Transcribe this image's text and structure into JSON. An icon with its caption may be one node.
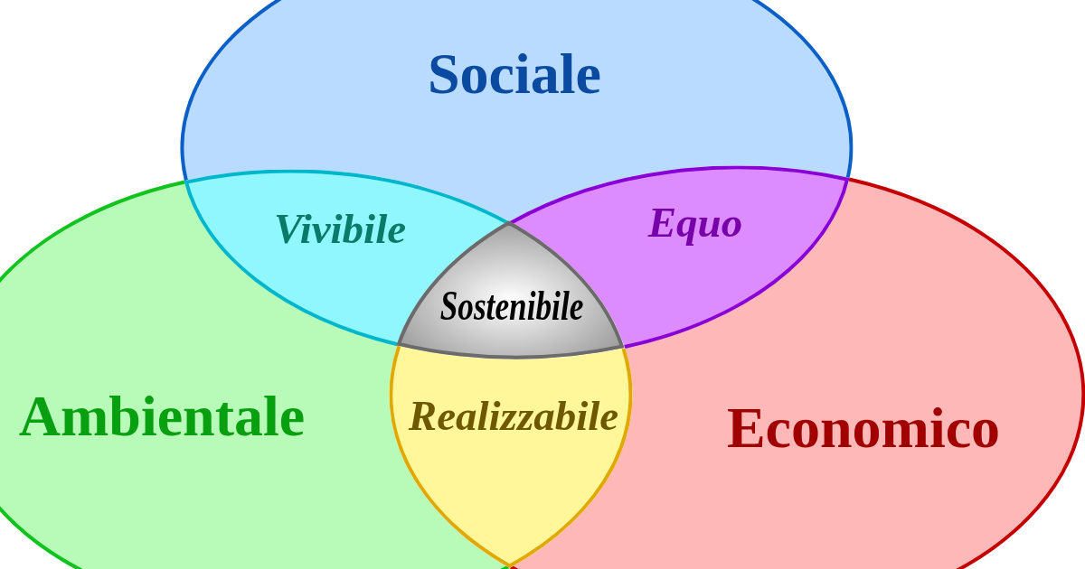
{
  "diagram": {
    "nodes": [
      {
        "text": [
          "Sociale"
        ]
      },
      {
        "text": [
          "Vivibile"
        ]
      },
      {
        "text": [
          "Equo"
        ]
      },
      {
        "text": [
          "Sostenibile"
        ]
      },
      {
        "text": [
          "Ambientale"
        ]
      },
      {
        "text": [
          "Realizzabile"
        ]
      },
      {
        "text": [
          "Economico"
        ]
      }
    ]
  }
}
